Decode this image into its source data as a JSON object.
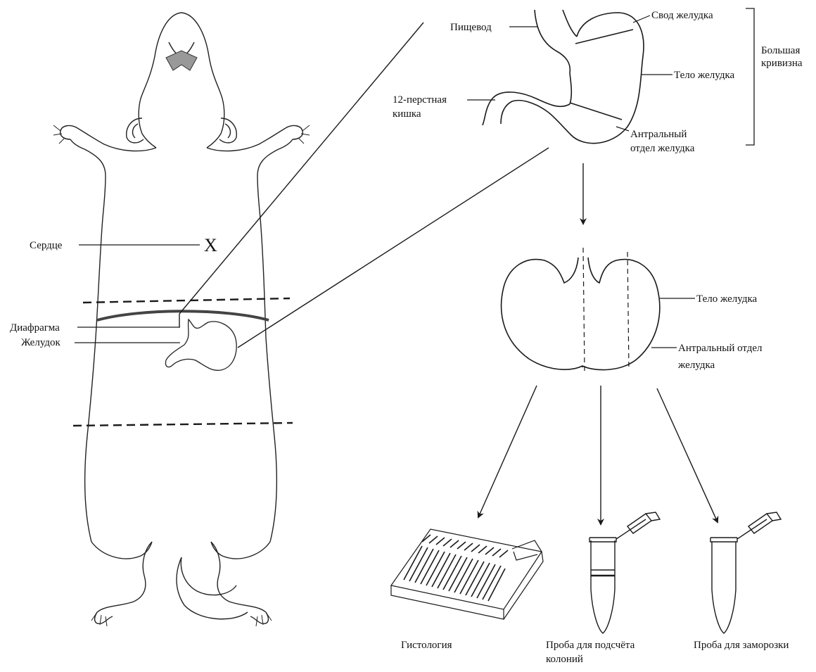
{
  "mouse_labels": {
    "heart": "Сердце",
    "heart_mark": "X",
    "diaphragm": "Диафрагма",
    "stomach": "Желудок"
  },
  "stomach_anatomy": {
    "esophagus": "Пищевод",
    "fundus": "Свод желудка",
    "greater_curvature_line1": "Большая",
    "greater_curvature_line2": "кривизна",
    "body": "Тело желудка",
    "duodenum_line1": "12-перстная",
    "duodenum_line2": "кишка",
    "antrum_line1": "Антральный",
    "antrum_line2": "отдел желудка"
  },
  "opened_stomach": {
    "body": "Тело желудка",
    "antrum_line1": "Антральный отдел",
    "antrum_line2": "желудка"
  },
  "outputs": {
    "histology": "Гистология",
    "colony_line1": "Проба для подсчёта",
    "colony_line2": "колоний",
    "freeze": "Проба для заморозки"
  },
  "colors": {
    "line": "#1a1a1a",
    "diaphragm": "#444444",
    "fill_gray": "#999999"
  }
}
